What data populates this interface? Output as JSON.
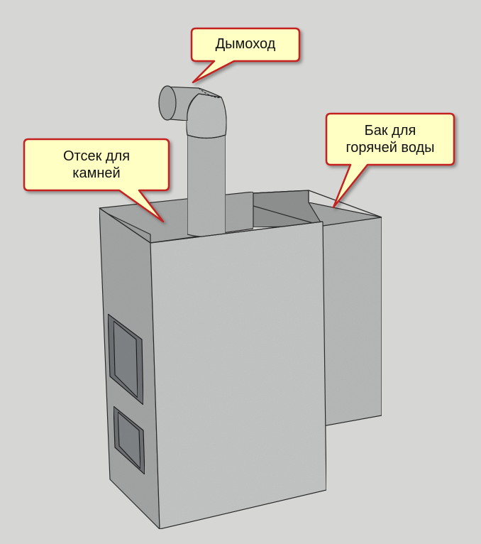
{
  "callouts": {
    "chimney": "Дымоход",
    "stones_line1": "Отсек для",
    "stones_line2": "камней",
    "tank_line1": "Бак для",
    "tank_line2": "горячей воды"
  },
  "colors": {
    "background": "#d6d6d4",
    "metal_light": "#c4c6c6",
    "metal_mid": "#a9abab",
    "metal_dark": "#8e9090",
    "door": "#7f8386",
    "callout_fill": "#ffffc4",
    "callout_border": "#c42020"
  },
  "icons": [
    "sauna-stove-illustration"
  ]
}
